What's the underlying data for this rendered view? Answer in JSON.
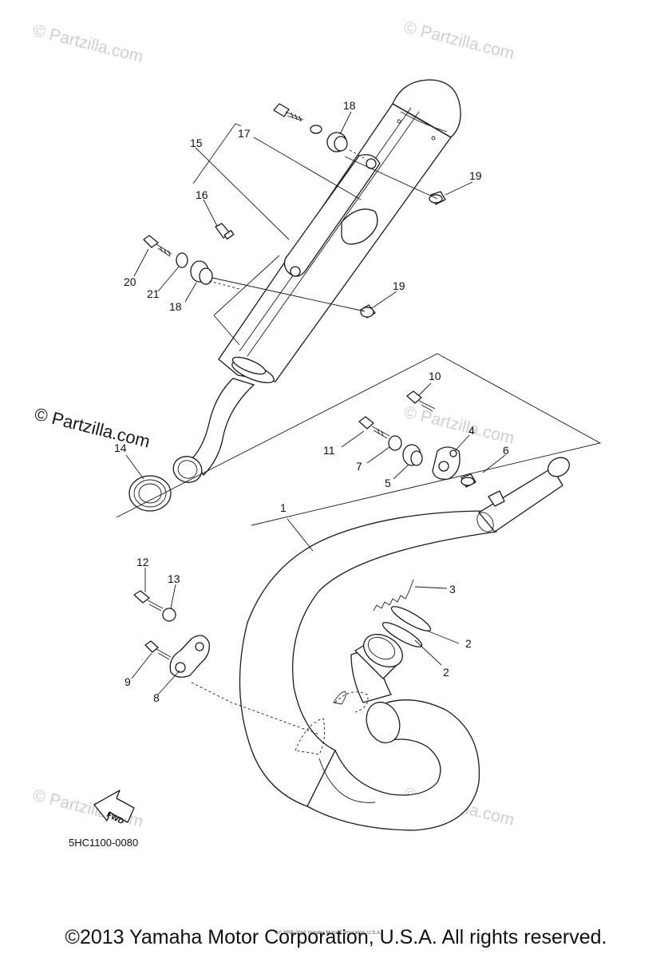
{
  "watermarks": {
    "top_left": "© Partzilla.com",
    "top_right": "© Partzilla.com",
    "middle_left": "© Partzilla.com",
    "middle_right": "© Partzilla.com",
    "bottom_left": "© Partzilla.com",
    "bottom_right": "© Partzilla.com"
  },
  "callouts": {
    "c1": "1",
    "c2a": "2",
    "c2b": "2",
    "c3": "3",
    "c4": "4",
    "c5": "5",
    "c6": "6",
    "c7": "7",
    "c8": "8",
    "c9": "9",
    "c10": "10",
    "c11": "11",
    "c12": "12",
    "c13": "13",
    "c14": "14",
    "c15": "15",
    "c16": "16",
    "c17": "17",
    "c18a": "18",
    "c18b": "18",
    "c19a": "19",
    "c19b": "19",
    "c20": "20",
    "c21": "21"
  },
  "fwd_label": "FWD",
  "diagram_code": "5HC1100-0080",
  "small_print": "(c) 2005-2016 Yamaha Motor Corporation, U.S.A.",
  "copyright": "©2013 Yamaha Motor Corporation, U.S.A. All rights reserved."
}
